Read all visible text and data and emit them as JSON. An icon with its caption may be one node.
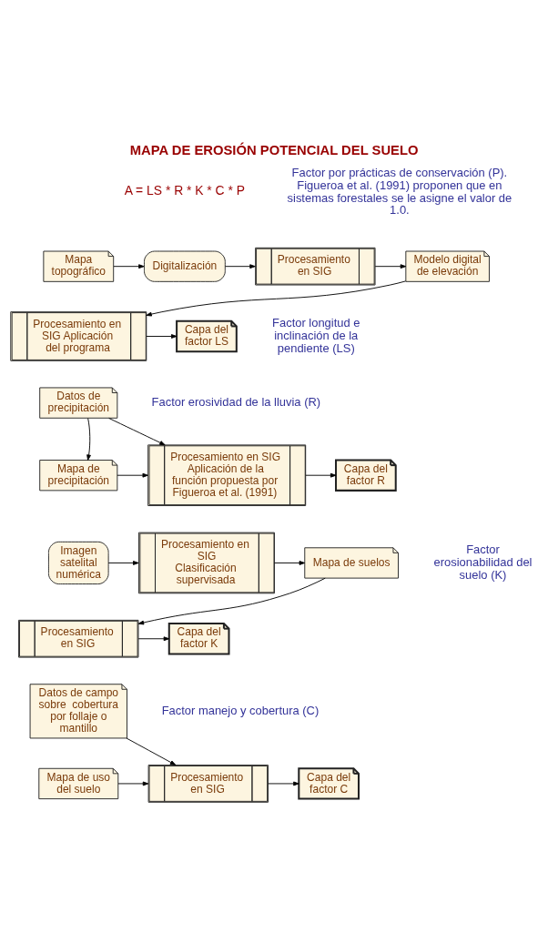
{
  "diagram": {
    "title": "MAPA DE EROSIÓN POTENCIAL DEL SUELO",
    "nodes": [
      {
        "text": [
          "Mapa topográfico"
        ]
      },
      {
        "text": [
          "Digitalización"
        ]
      },
      {
        "text": [
          "Procesamiento en SIG"
        ]
      },
      {
        "text": [
          "Modelo digital de elevación"
        ]
      },
      {
        "text": [
          "Procesamiento en SIG Aplicación del programa"
        ]
      },
      {
        "text": [
          "Capa del factor LS"
        ]
      },
      {
        "text": [
          "Datos de precipitación"
        ]
      },
      {
        "text": [
          "Mapa de precipitación"
        ]
      },
      {
        "text": [
          "Procesamiento en SIG Aplicación de la función propuesta por Figueroa et al. (1991)"
        ]
      },
      {
        "text": [
          "Capa del factor R"
        ]
      },
      {
        "text": [
          "Imagen satelital numérica"
        ]
      },
      {
        "text": [
          "Procesamiento en SIG Clasificación supervisada"
        ]
      },
      {
        "text": [
          "Mapa de suelos"
        ]
      },
      {
        "text": [
          "Procesamiento en SIG"
        ]
      },
      {
        "text": [
          "Capa del factor K"
        ]
      },
      {
        "text": [
          "Datos de campo sobre  cobertura por follaje o mantillo"
        ]
      },
      {
        "text": [
          "Mapa de uso del suelo"
        ]
      },
      {
        "text": [
          "Procesamiento en SIG"
        ]
      },
      {
        "text": [
          "Capa del factor C"
        ]
      }
    ],
    "edges": [
      {
        "from": 0,
        "to": 1,
        "arrow": "to"
      },
      {
        "from": 1,
        "to": 2,
        "arrow": "to"
      },
      {
        "from": 2,
        "to": 3,
        "arrow": "to"
      },
      {
        "from": 3,
        "to": 4,
        "arrow": "to"
      },
      {
        "from": 4,
        "to": 5,
        "arrow": "to"
      },
      {
        "from": 6,
        "to": 8,
        "arrow": "to"
      },
      {
        "from": 6,
        "to": 7,
        "arrow": "to"
      },
      {
        "from": 7,
        "to": 8,
        "arrow": "to"
      },
      {
        "from": 8,
        "to": 9,
        "arrow": "to"
      },
      {
        "from": 10,
        "to": 11,
        "arrow": "to"
      },
      {
        "from": 11,
        "to": 12,
        "arrow": "to"
      },
      {
        "from": 12,
        "to": 13,
        "arrow": "to"
      },
      {
        "from": 13,
        "to": 14,
        "arrow": "to"
      },
      {
        "from": 15,
        "to": 17,
        "arrow": "to"
      },
      {
        "from": 16,
        "to": 17,
        "arrow": "to"
      },
      {
        "from": 17,
        "to": 18,
        "arrow": "to"
      }
    ],
    "labels": [
      "A = LS * R * K * C * P",
      "Factor longitud e inclinación de la pendiente (LS)",
      "Factor erosividad de la lluvia (R)",
      "Factor erosionabilidad del suelo (K)",
      "Factor manejo y cobertura (C)",
      "Factor por prácticas de conservación (P). Figueroa et al. (1991) proponen que en sistemas forestales se le asigne el valor de 1.0."
    ]
  }
}
